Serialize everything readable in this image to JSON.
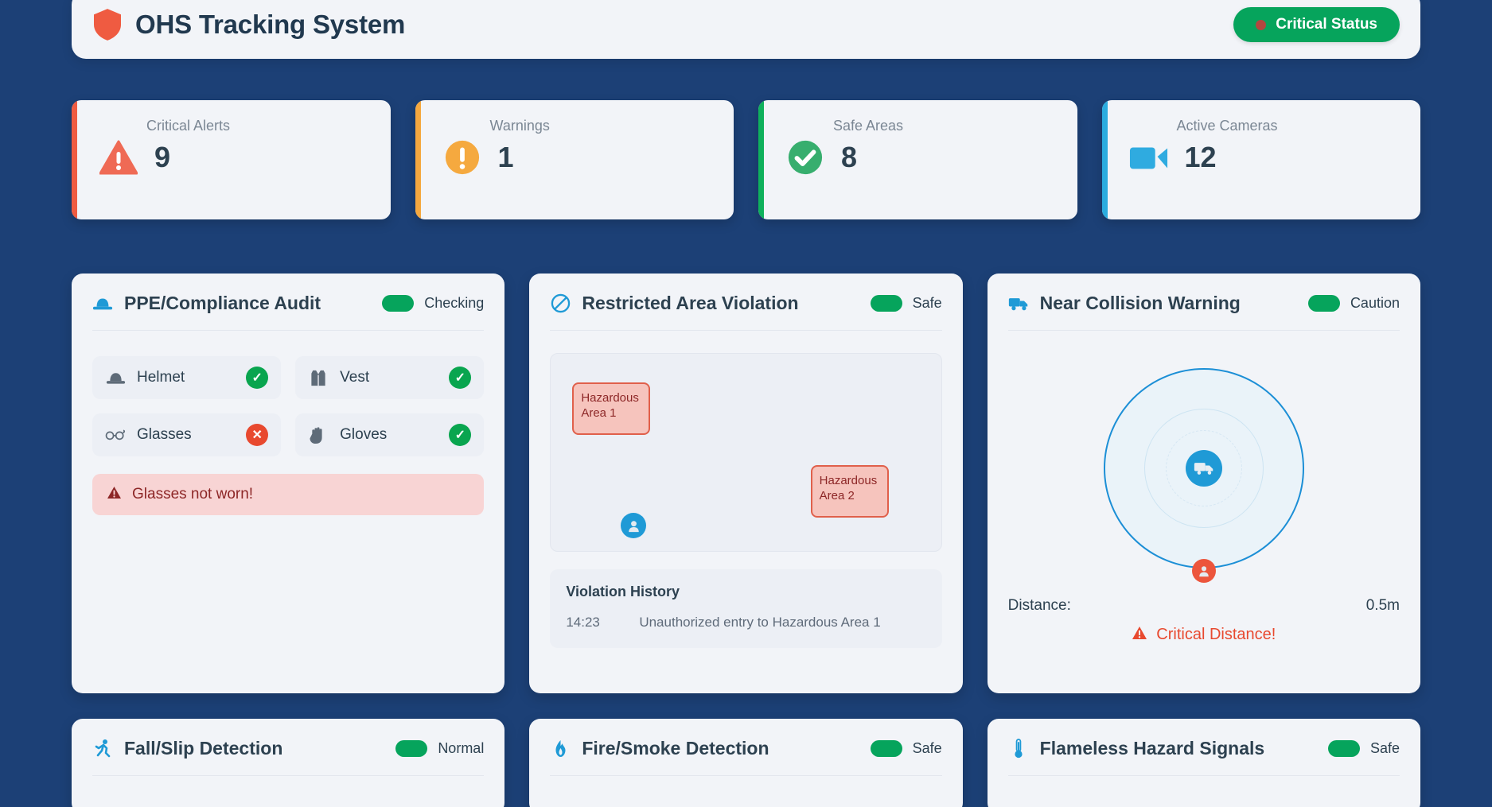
{
  "header": {
    "logo_icon": "shield-icon",
    "title": "OHS Tracking System",
    "status_badge": {
      "label": "Critical Status",
      "color": "#06a45c",
      "dot_color": "#b2473f"
    }
  },
  "stats": [
    {
      "label": "Critical Alerts",
      "value": "9",
      "icon": "warning-triangle-icon",
      "accent": "#ef5b41"
    },
    {
      "label": "Warnings",
      "value": "1",
      "icon": "exclamation-circle-icon",
      "accent": "#f5a83f"
    },
    {
      "label": "Safe Areas",
      "value": "8",
      "icon": "check-circle-icon",
      "accent": "#0fb15c"
    },
    {
      "label": "Active Cameras",
      "value": "12",
      "icon": "video-camera-icon",
      "accent": "#2bacdf"
    }
  ],
  "panels": {
    "ppe": {
      "title": "PPE/Compliance Audit",
      "icon": "hard-hat-icon",
      "state": "Checking",
      "items": [
        {
          "label": "Helmet",
          "icon": "hard-hat-icon",
          "status": "ok",
          "badge": "✓"
        },
        {
          "label": "Vest",
          "icon": "safety-vest-icon",
          "status": "ok",
          "badge": "✓"
        },
        {
          "label": "Glasses",
          "icon": "safety-glasses-icon",
          "status": "bad",
          "badge": "✕"
        },
        {
          "label": "Gloves",
          "icon": "glove-icon",
          "status": "ok",
          "badge": "✓"
        }
      ],
      "alert": {
        "icon": "warning-triangle-icon",
        "text": "Glasses not worn!"
      }
    },
    "restricted": {
      "title": "Restricted Area Violation",
      "icon": "no-entry-icon",
      "state": "Safe",
      "zones": [
        {
          "label": "Hazardous Area 1"
        },
        {
          "label": "Hazardous Area 2"
        }
      ],
      "worker_marker": "person-icon",
      "history_title": "Violation History",
      "history": [
        {
          "time": "14:23",
          "event": "Unauthorized entry to Hazardous Area 1"
        }
      ]
    },
    "collision": {
      "title": "Near Collision Warning",
      "icon": "truck-icon",
      "state": "Caution",
      "center_icon": "truck-icon",
      "worker_icon": "person-icon",
      "distance_label": "Distance:",
      "distance_value": "0.5m",
      "critical_text": "Critical Distance!",
      "critical_icon": "warning-triangle-icon"
    },
    "fall": {
      "title": "Fall/Slip Detection",
      "icon": "running-person-icon",
      "state": "Normal"
    },
    "fire": {
      "title": "Fire/Smoke Detection",
      "icon": "flame-icon",
      "state": "Safe"
    },
    "flameless": {
      "title": "Flameless Hazard Signals",
      "icon": "thermometer-icon",
      "state": "Safe"
    }
  }
}
